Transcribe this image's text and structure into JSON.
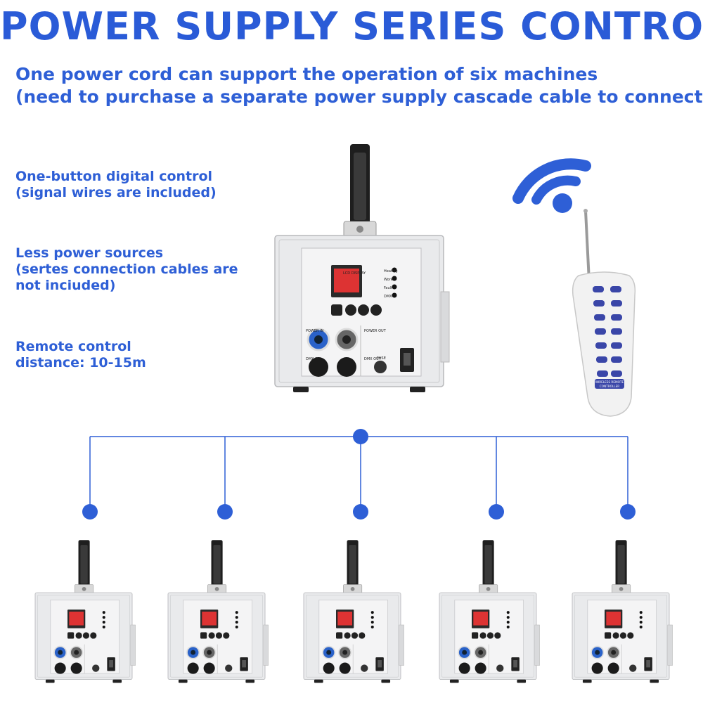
{
  "title": "POWER SUPPLY SERIES CONTROL",
  "subtitle": {
    "line1": "One power cord can support the operation of six machines",
    "line2": "(need to purchase a separate power supply cascade cable to connect)"
  },
  "features": [
    {
      "line1": "One-button digital control",
      "line2": "(signal wires are included)",
      "line3": ""
    },
    {
      "line1": "Less power sources",
      "line2": "(sertes connection cables are",
      "line3": "not inciuded)"
    },
    {
      "line1": "Remote control",
      "line2": "distance:  10-15m",
      "line3": ""
    }
  ],
  "device_panel": {
    "lcd_label": "LCD DISPLAY",
    "indicators": [
      "Heating",
      "Work",
      "Fault",
      "DMX"
    ],
    "power_in": "POWER IN",
    "power_out": "POWER OUT",
    "dmx_in": "DMX IN",
    "dmx_out": "DMX OUT",
    "fuse": "FUSE"
  },
  "remote": {
    "label_line1": "WIRELESS REMOTE",
    "label_line2": "CONTROLLER"
  },
  "colors": {
    "accent": "#2e5fd6",
    "title": "#2a5bd7",
    "device_body": "#e9eaec",
    "remote_body": "#f2f2f2",
    "remote_buttons": "#3a46a8"
  },
  "icons": [
    "wifi-signal-icon"
  ],
  "machine_count_shown": 6
}
